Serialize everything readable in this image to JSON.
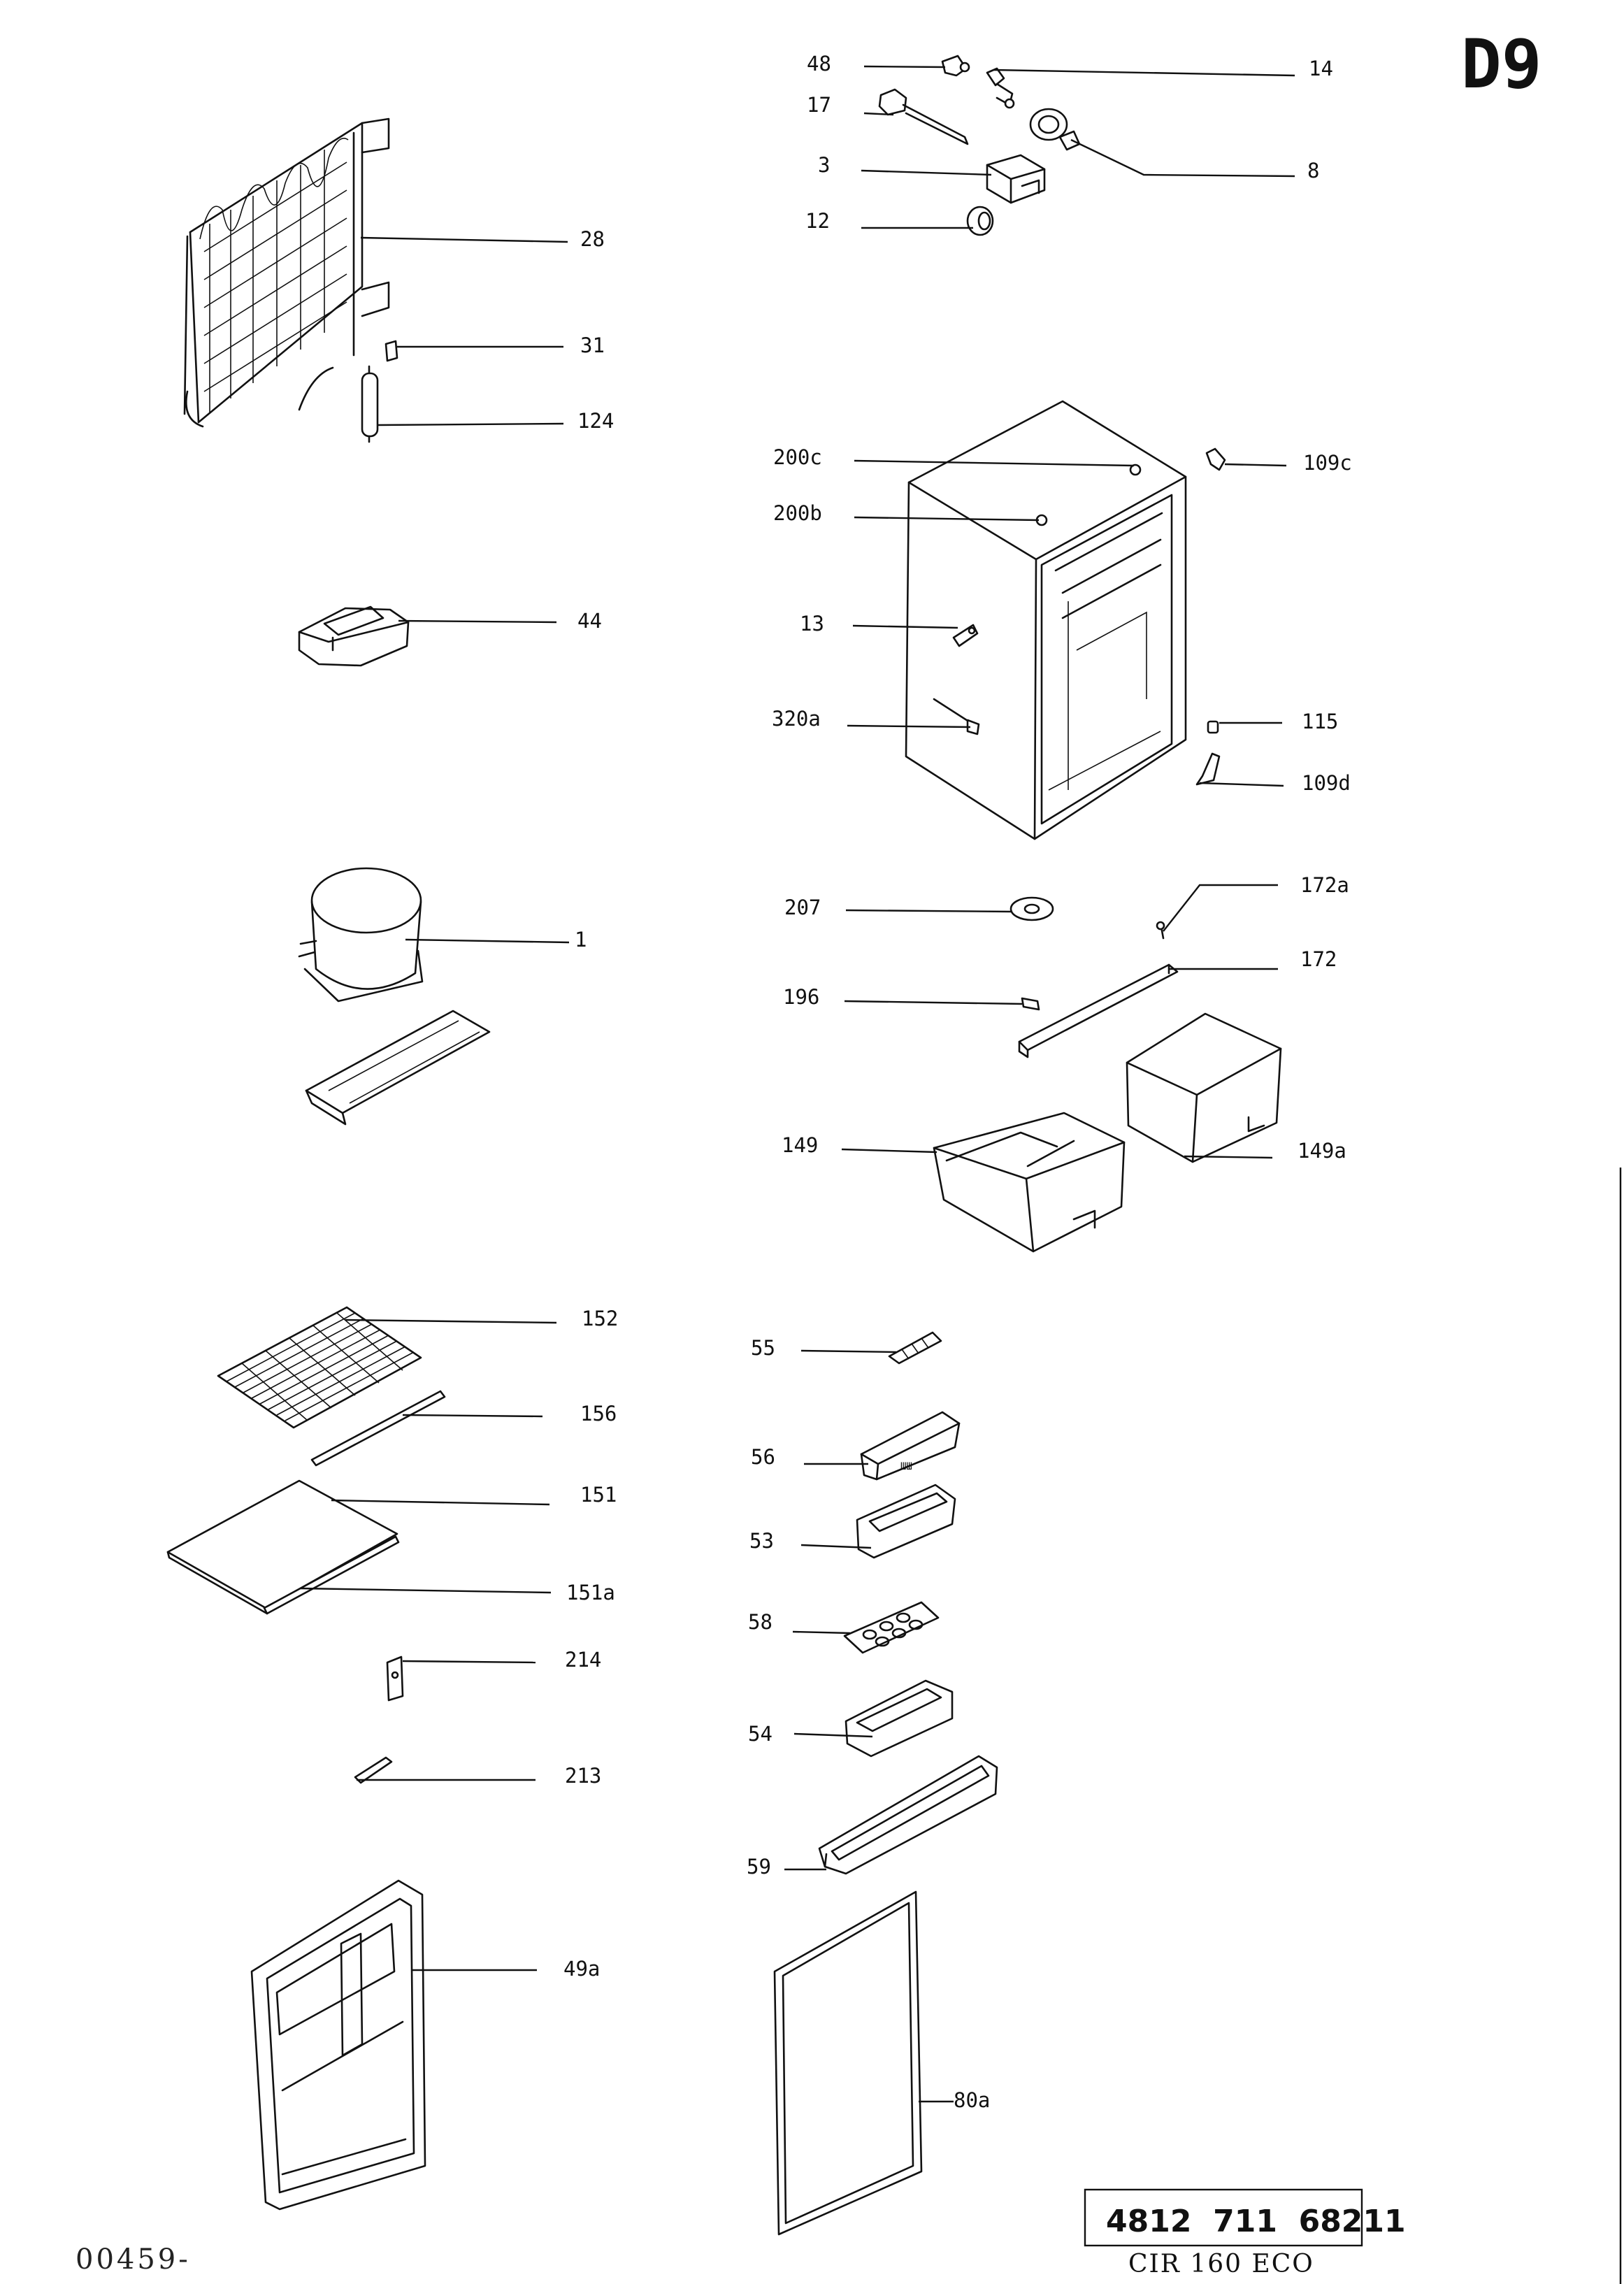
{
  "sheet": {
    "page_code": "D9",
    "part_number": "4812  711  68211",
    "model": "CIR 160 ECO",
    "drawing_code": "00459-"
  },
  "labels": {
    "48": "48",
    "17": "17",
    "3": "3",
    "12": "12",
    "14": "14",
    "8": "8",
    "28": "28",
    "31": "31",
    "124": "124",
    "44": "44",
    "200c": "200c",
    "200b": "200b",
    "13": "13",
    "320a": "320a",
    "109c": "109c",
    "115": "115",
    "109d": "109d",
    "1": "1",
    "207": "207",
    "196": "196",
    "172a": "172a",
    "172": "172",
    "149": "149",
    "149a": "149a",
    "152": "152",
    "156": "156",
    "151": "151",
    "151a": "151a",
    "214": "214",
    "213": "213",
    "49a": "49a",
    "55": "55",
    "56": "56",
    "53": "53",
    "58": "58",
    "54": "54",
    "59": "59",
    "80a": "80a"
  }
}
